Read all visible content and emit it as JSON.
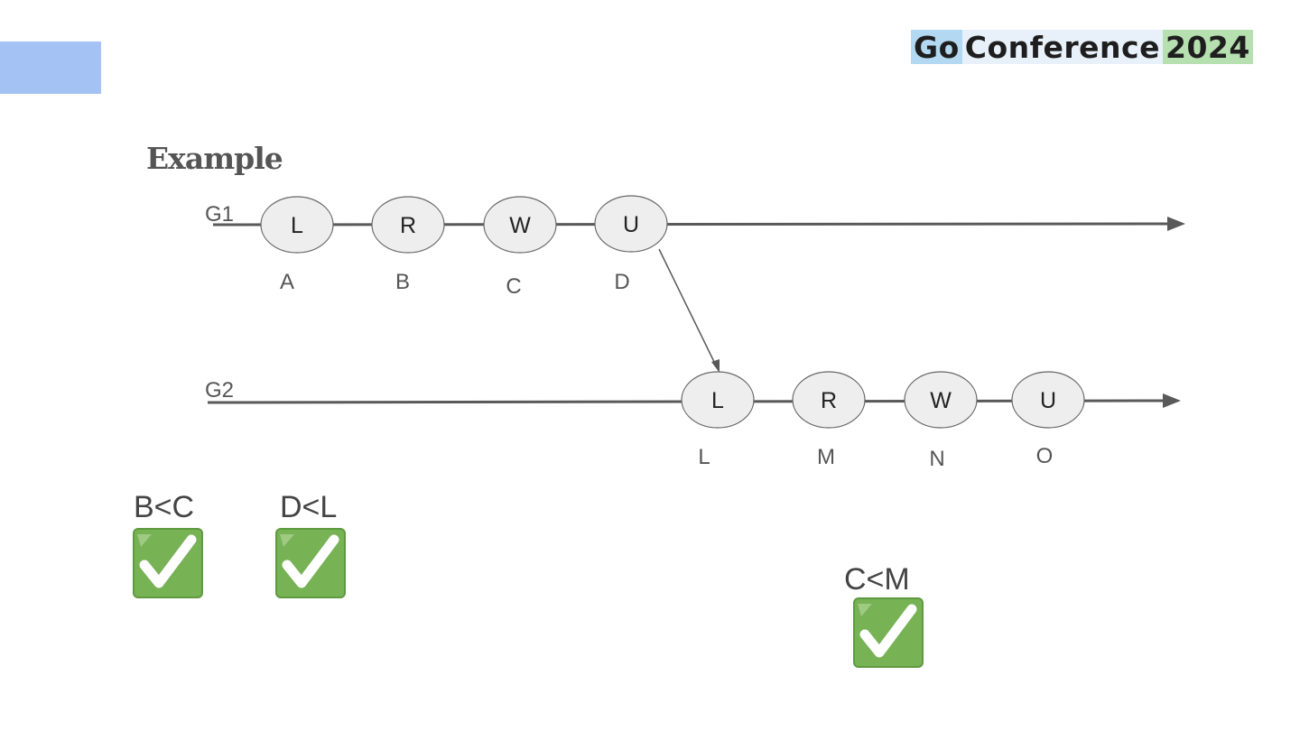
{
  "header": {
    "logo_text": [
      "Go",
      "Conference",
      "2024"
    ],
    "logo_colors": [
      "#b3d8f2",
      "#e8f1fa",
      "#b6e0b0"
    ],
    "accent_color": "#a4c2f4"
  },
  "slide": {
    "title": "Example"
  },
  "diagram": {
    "rows": [
      {
        "label": "G1",
        "nodes": [
          {
            "op": "L",
            "event": "A"
          },
          {
            "op": "R",
            "event": "B"
          },
          {
            "op": "W",
            "event": "C"
          },
          {
            "op": "U",
            "event": "D"
          }
        ]
      },
      {
        "label": "G2",
        "nodes": [
          {
            "op": "L",
            "event": "L"
          },
          {
            "op": "R",
            "event": "M"
          },
          {
            "op": "W",
            "event": "N"
          },
          {
            "op": "U",
            "event": "O"
          }
        ]
      }
    ],
    "edge": {
      "from": "D",
      "to": "L"
    },
    "node_fill": "#eeeeee",
    "line_color": "#595959"
  },
  "checks": [
    {
      "label": "B<C",
      "icon": "check-mark-icon"
    },
    {
      "label": "D<L",
      "icon": "check-mark-icon"
    },
    {
      "label": "C<M",
      "icon": "check-mark-icon"
    }
  ],
  "check_color": "#77b255"
}
